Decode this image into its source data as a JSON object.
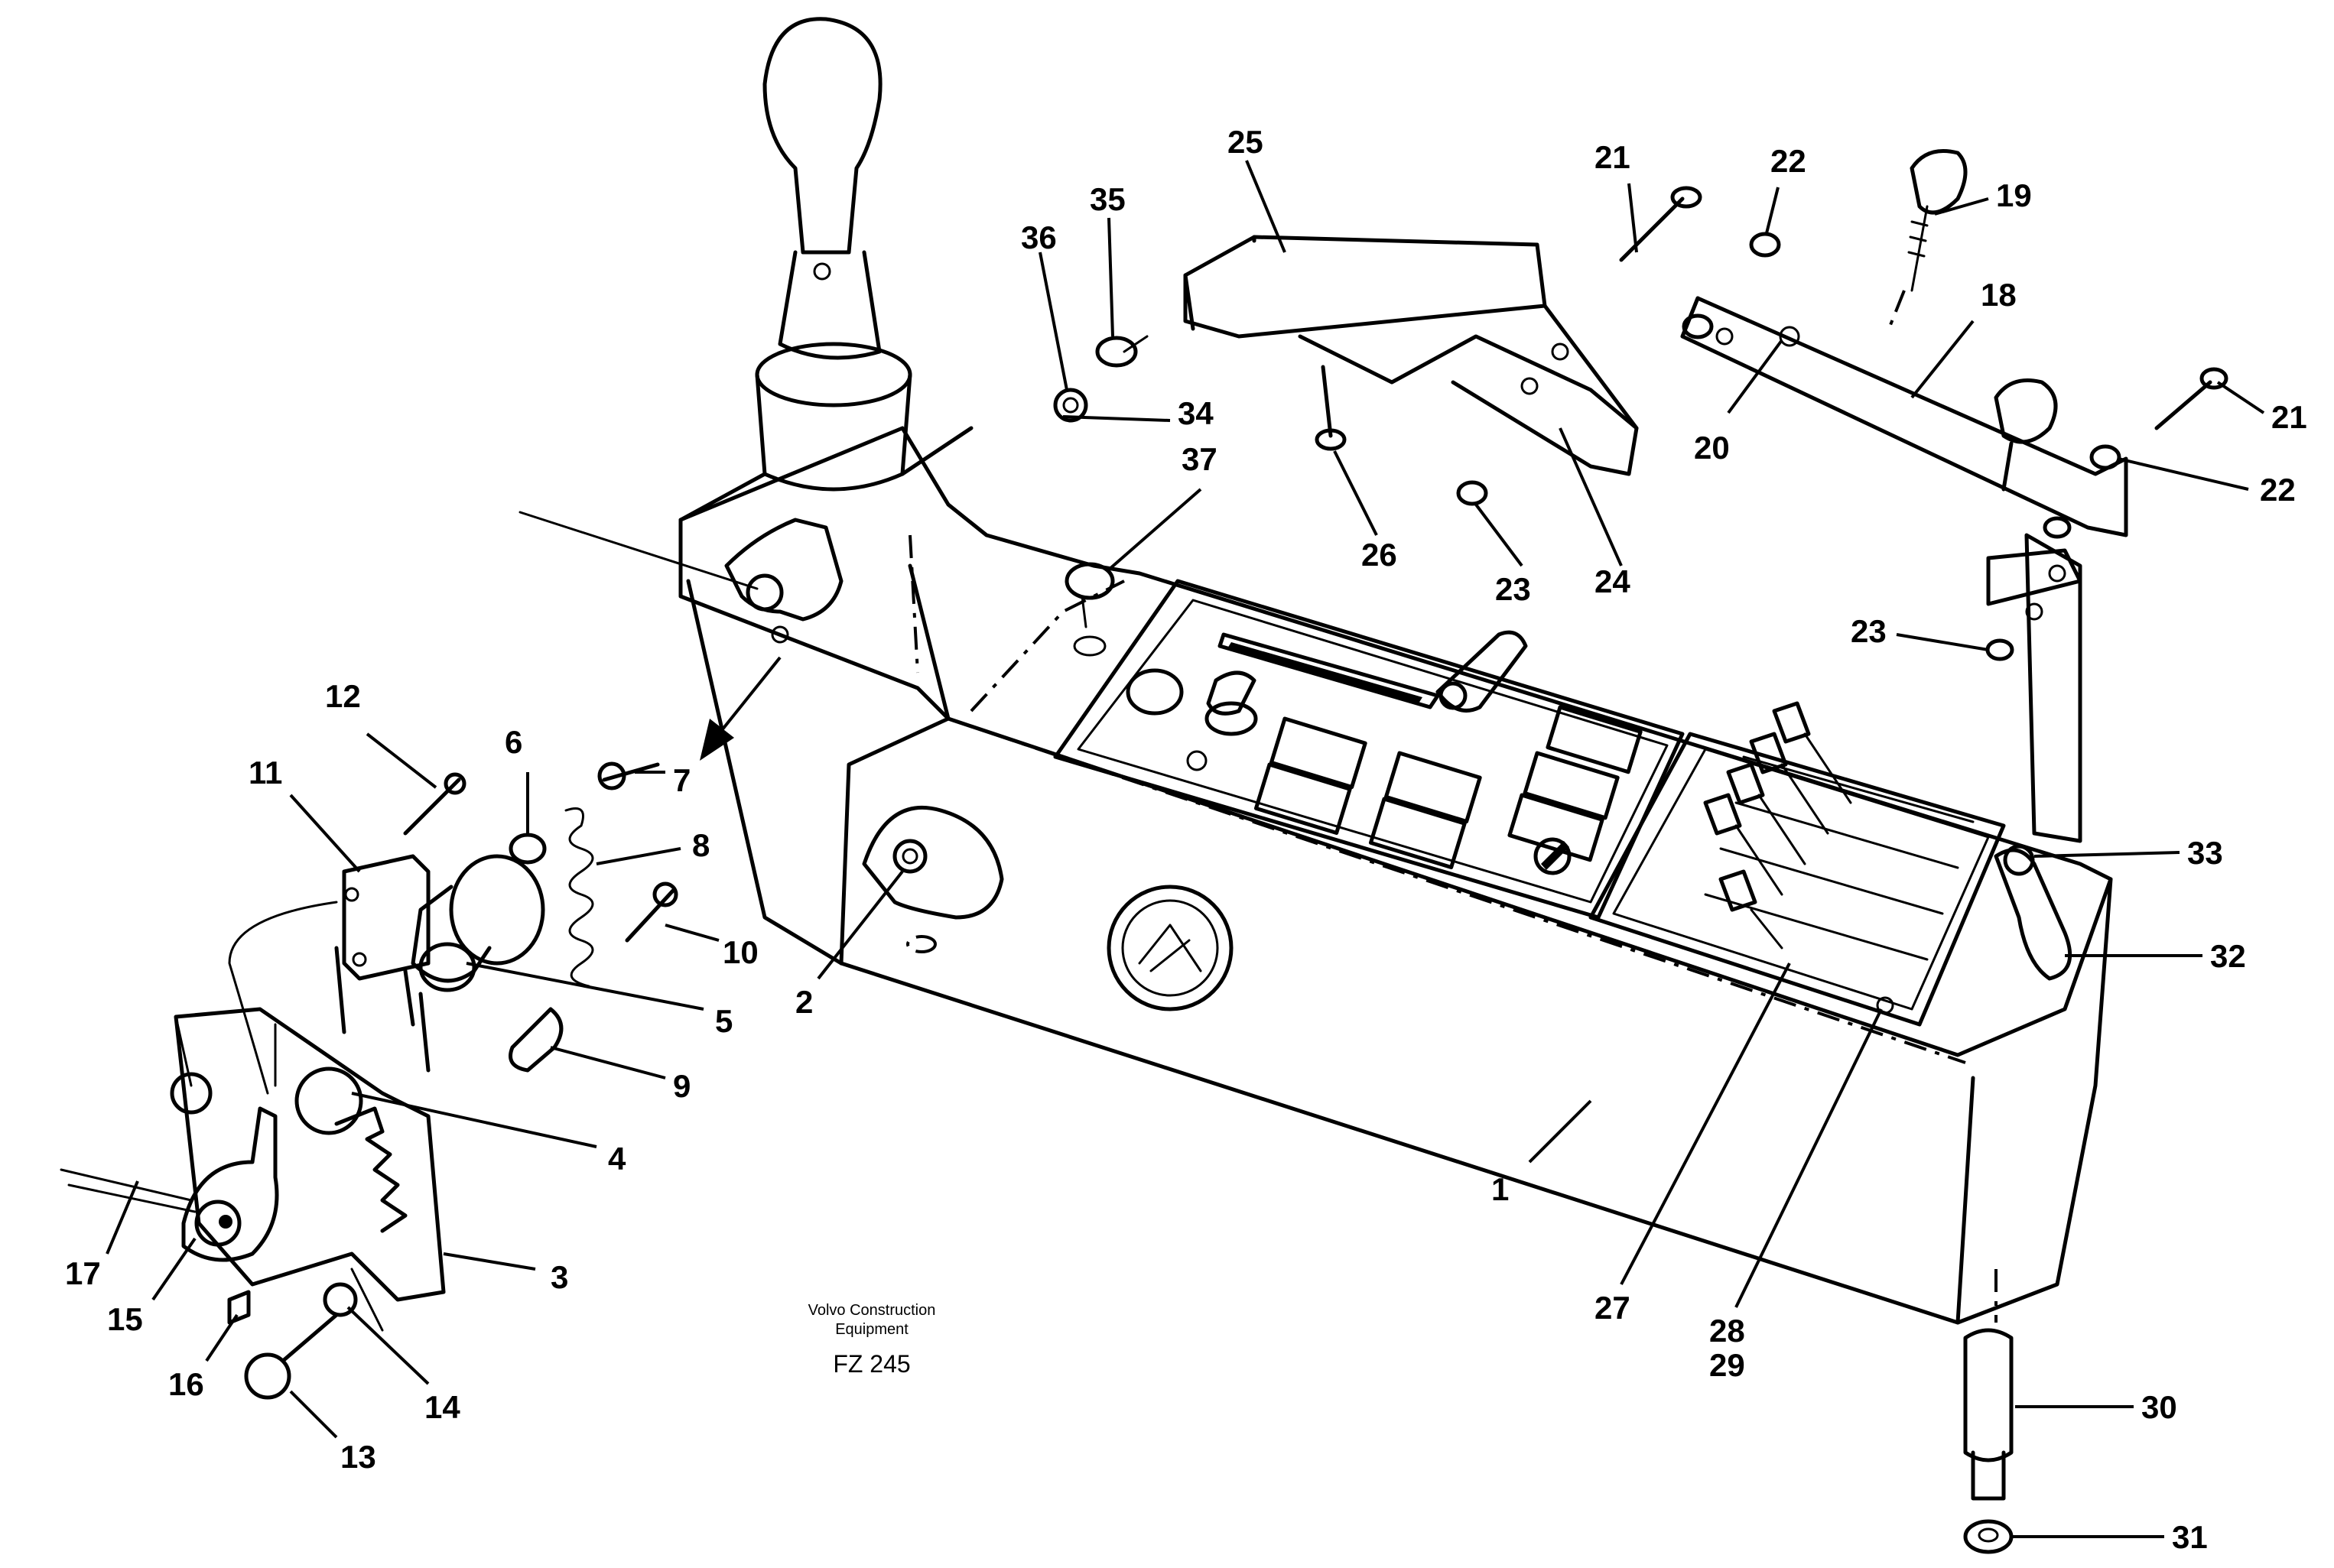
{
  "caption": {
    "line1": "Volvo Construction",
    "line2": "Equipment",
    "code": "FZ 245"
  },
  "parts": [
    {
      "id": "p1",
      "label": "1"
    },
    {
      "id": "p2",
      "label": "2"
    },
    {
      "id": "p3",
      "label": "3"
    },
    {
      "id": "p4",
      "label": "4"
    },
    {
      "id": "p5",
      "label": "5"
    },
    {
      "id": "p6",
      "label": "6"
    },
    {
      "id": "p7",
      "label": "7"
    },
    {
      "id": "p8",
      "label": "8"
    },
    {
      "id": "p9",
      "label": "9"
    },
    {
      "id": "p10",
      "label": "10"
    },
    {
      "id": "p11",
      "label": "11"
    },
    {
      "id": "p12",
      "label": "12"
    },
    {
      "id": "p13",
      "label": "13"
    },
    {
      "id": "p14",
      "label": "14"
    },
    {
      "id": "p15",
      "label": "15"
    },
    {
      "id": "p16",
      "label": "16"
    },
    {
      "id": "p17",
      "label": "17"
    },
    {
      "id": "p18",
      "label": "18"
    },
    {
      "id": "p19",
      "label": "19"
    },
    {
      "id": "p20",
      "label": "20"
    },
    {
      "id": "p21a",
      "label": "21"
    },
    {
      "id": "p21b",
      "label": "21"
    },
    {
      "id": "p22a",
      "label": "22"
    },
    {
      "id": "p22b",
      "label": "22"
    },
    {
      "id": "p23a",
      "label": "23"
    },
    {
      "id": "p23b",
      "label": "23"
    },
    {
      "id": "p24",
      "label": "24"
    },
    {
      "id": "p25",
      "label": "25"
    },
    {
      "id": "p26",
      "label": "26"
    },
    {
      "id": "p27",
      "label": "27"
    },
    {
      "id": "p28",
      "label": "28"
    },
    {
      "id": "p29",
      "label": "29"
    },
    {
      "id": "p30",
      "label": "30"
    },
    {
      "id": "p31",
      "label": "31"
    },
    {
      "id": "p32",
      "label": "32"
    },
    {
      "id": "p33",
      "label": "33"
    },
    {
      "id": "p34",
      "label": "34"
    },
    {
      "id": "p35",
      "label": "35"
    },
    {
      "id": "p36",
      "label": "36"
    },
    {
      "id": "p37",
      "label": "37"
    }
  ]
}
